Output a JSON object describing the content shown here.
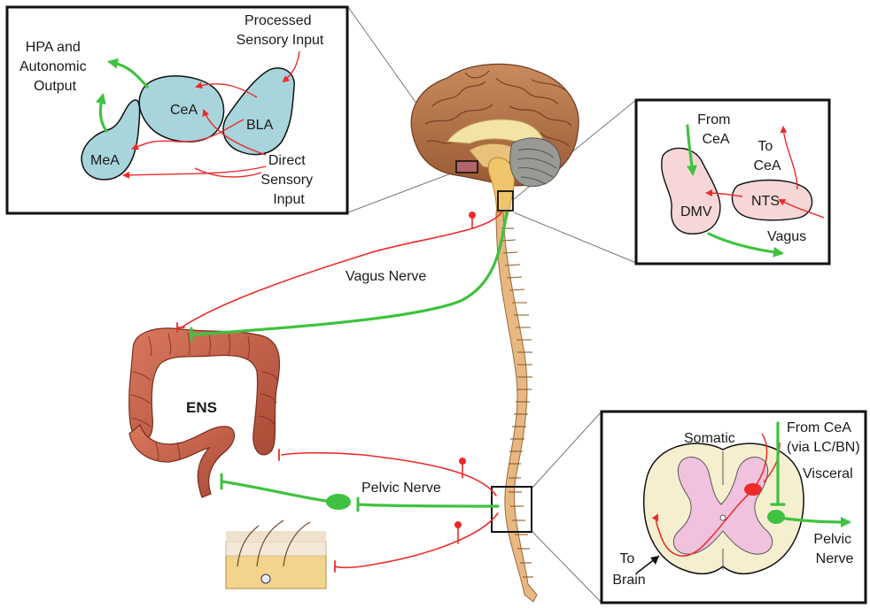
{
  "colors": {
    "afferent": "#ee2a2a",
    "efferent": "#3fc23f",
    "region_fill": "#a8d4dc",
    "nucleus_fill": "#f6d6d6",
    "box_border": "#111111"
  },
  "amygdala_panel": {
    "output_label": [
      "HPA and",
      "Autonomic",
      "Output"
    ],
    "processed_label": [
      "Processed",
      "Sensory Input"
    ],
    "direct_label": [
      "Direct",
      "Sensory",
      "Input"
    ],
    "regions": {
      "cea": "CeA",
      "mea": "MeA",
      "bla": "BLA"
    }
  },
  "brainstem_panel": {
    "from_label": [
      "From",
      "CeA"
    ],
    "to_label": [
      "To",
      "CeA"
    ],
    "regions": {
      "dmv": "DMV",
      "nts": "NTS"
    },
    "vagus_label": "Vagus"
  },
  "spinal_panel": {
    "from_label": [
      "From CeA",
      "(via LC/BN)"
    ],
    "somatic_label": "Somatic",
    "visceral_label": "Visceral",
    "pelvic_label": [
      "Pelvic",
      "Nerve"
    ],
    "brain_label": [
      "To",
      "Brain"
    ]
  },
  "main": {
    "vagus_nerve": "Vagus Nerve",
    "pelvic_nerve": "Pelvic Nerve",
    "ens": "ENS"
  }
}
